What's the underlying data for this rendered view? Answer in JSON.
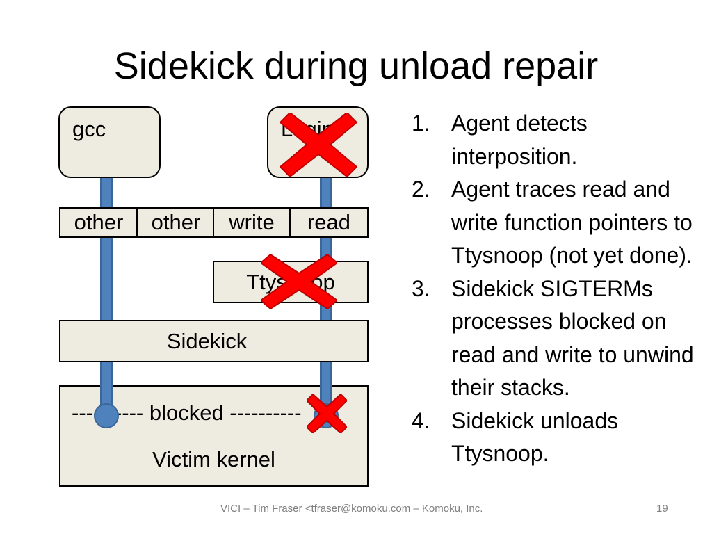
{
  "slide": {
    "title": "Sidekick during unload repair",
    "footer": "VICI – Tim Fraser <tfraser@komoku.com – Komoku, Inc.",
    "page_number": "19"
  },
  "diagram": {
    "process_left": "gcc",
    "process_right": "Login",
    "syscalls": [
      "other",
      "other",
      "write",
      "read"
    ],
    "module_ttysnoop": "Ttysnoop",
    "module_sidekick": "Sidekick",
    "blocked_line": "---------- blocked ----------",
    "kernel": "Victim kernel",
    "colors": {
      "box_fill": "#eeece1",
      "pipe": "#4f81bd",
      "x_mark": "#ff0000"
    }
  },
  "steps": [
    {
      "num": "1.",
      "text": "Agent detects interposition."
    },
    {
      "num": "2.",
      "text": "Agent traces read and write function pointers to Ttysnoop (not yet done)."
    },
    {
      "num": "3.",
      "text": "Sidekick SIGTERMs processes blocked on read and write to unwind their stacks."
    },
    {
      "num": "4.",
      "text": "Sidekick unloads Ttysnoop."
    }
  ]
}
